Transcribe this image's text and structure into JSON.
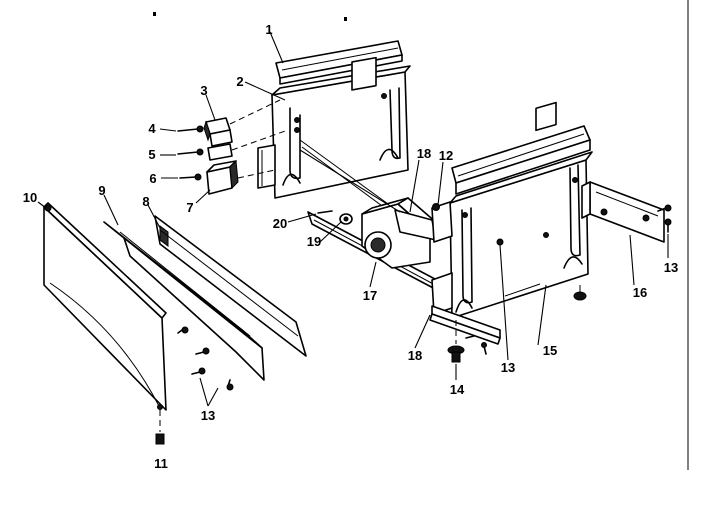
{
  "diagram": {
    "callouts": {
      "c1": "1",
      "c2": "2",
      "c3": "3",
      "c4": "4",
      "c5": "5",
      "c6": "6",
      "c7": "7",
      "c8": "8",
      "c9": "9",
      "c10": "10",
      "c11": "11",
      "c12": "12",
      "c13a": "13",
      "c13b": "13",
      "c13c": "13",
      "c14": "14",
      "c15": "15",
      "c16": "16",
      "c17": "17",
      "c18a": "18",
      "c18b": "18",
      "c19": "19",
      "c20": "20"
    }
  }
}
